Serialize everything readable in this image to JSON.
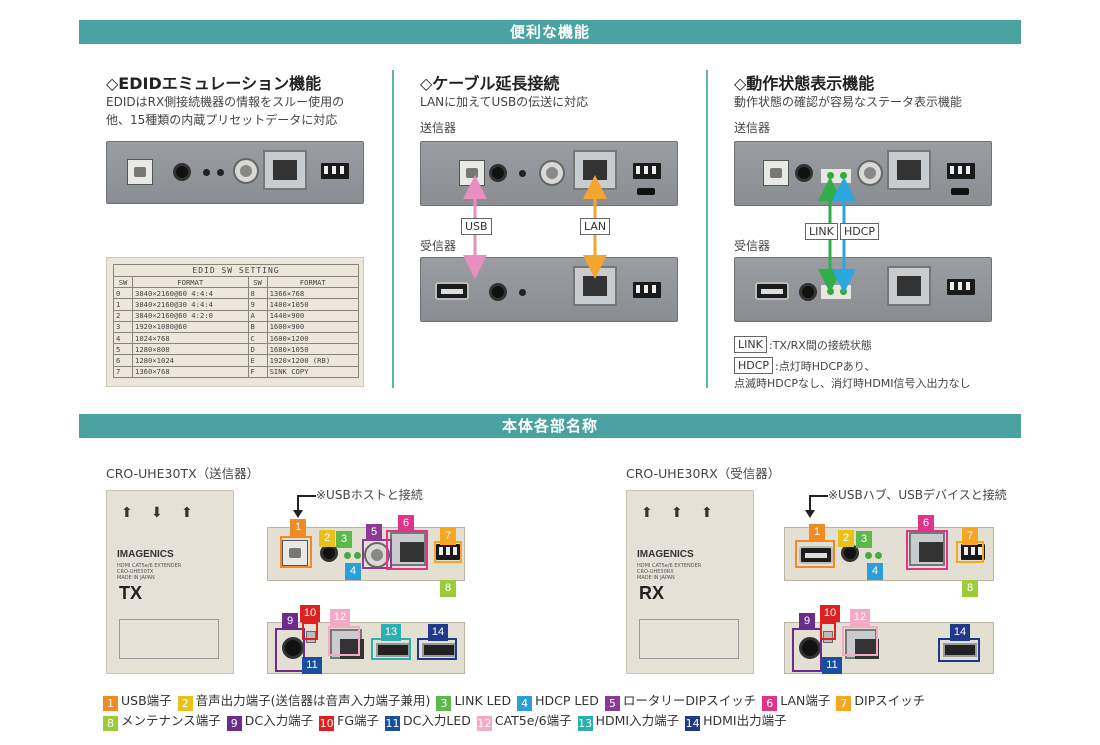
{
  "banners": {
    "features": "便利な機能",
    "parts": "本体各部名称"
  },
  "edid": {
    "title": "◇EDIDエミュレーション機能",
    "desc1": "EDIDはRX側接続機器の情報をスルー使用の",
    "desc2": "他、15種類の内蔵プリセットデータに対応",
    "table_title": "EDID SW SETTING",
    "headers": [
      "SW",
      "FORMAT",
      "SW",
      "FORMAT"
    ],
    "rows": [
      [
        "0",
        "3840×2160@60 4:4:4",
        "8",
        "1366×768"
      ],
      [
        "1",
        "3840×2160@30 4:4:4",
        "9",
        "1400×1050"
      ],
      [
        "2",
        "3840×2160@60 4:2:0",
        "A",
        "1440×900"
      ],
      [
        "3",
        "1920×1080@60",
        "B",
        "1600×900"
      ],
      [
        "4",
        "1024×768",
        "C",
        "1600×1200"
      ],
      [
        "5",
        "1280×800",
        "D",
        "1680×1050"
      ],
      [
        "6",
        "1280×1024",
        "E",
        "1920×1200 (RB)"
      ],
      [
        "7",
        "1360×768",
        "F",
        "SINK COPY"
      ]
    ]
  },
  "cable": {
    "title": "◇ケーブル延長接続",
    "desc": "LANに加えてUSBの伝送に対応",
    "tx_label": "送信器",
    "rx_label": "受信器",
    "usb_tag": "USB",
    "lan_tag": "LAN",
    "colors": {
      "usb": "#e98fc0",
      "lan": "#f2a531"
    }
  },
  "status": {
    "title": "◇動作状態表示機能",
    "desc": "動作状態の確認が容易なステータ表示機能",
    "tx_label": "送信器",
    "rx_label": "受信器",
    "link_tag": "LINK",
    "hdcp_tag": "HDCP",
    "link_desc": ":TX/RX間の接続状態",
    "hdcp_desc1": ":点灯時HDCPあり、",
    "hdcp_desc2": "点滅時HDCPなし、消灯時HDMI信号入出力なし",
    "colors": {
      "link": "#2fae4a",
      "hdcp": "#2aa6e0"
    }
  },
  "tx": {
    "model": "CRO-UHE30TX（送信器）",
    "note": "※USBホストと接続",
    "brand": "IMAGENICS",
    "sub1": "HDMI CAT5e/6 EXTENDER",
    "sub2": "CRO-UHE30TX",
    "sub3": "MADE IN JAPAN",
    "big": "TX"
  },
  "rx": {
    "model": "CRO-UHE30RX（受信器）",
    "note": "※USBハブ、USBデバイスと接続",
    "brand": "IMAGENICS",
    "sub1": "HDMI CAT5e/6 EXTENDER",
    "sub2": "CRO-UHE30RX",
    "sub3": "MADE IN JAPAN",
    "big": "RX"
  },
  "badges": [
    {
      "n": "1",
      "color": "#f08a24"
    },
    {
      "n": "2",
      "color": "#e8c21a"
    },
    {
      "n": "3",
      "color": "#5cb84a"
    },
    {
      "n": "4",
      "color": "#2aa0d8"
    },
    {
      "n": "5",
      "color": "#8b3a96"
    },
    {
      "n": "6",
      "color": "#e0338a"
    },
    {
      "n": "7",
      "color": "#f5a623"
    },
    {
      "n": "8",
      "color": "#9ccc3a"
    },
    {
      "n": "9",
      "color": "#6a2d8c"
    },
    {
      "n": "10",
      "color": "#e02020"
    },
    {
      "n": "11",
      "color": "#1a4fa0"
    },
    {
      "n": "12",
      "color": "#f3a9c8"
    },
    {
      "n": "13",
      "color": "#2bb0b0"
    },
    {
      "n": "14",
      "color": "#1f3a8a"
    }
  ],
  "legend": {
    "line1": [
      "USB端子",
      "音声出力端子(送信器は音声入力端子兼用)",
      "LINK LED",
      "HDCP LED",
      "ロータリーDIPスイッチ",
      "LAN端子",
      "DIPスイッチ"
    ],
    "line2": [
      "メンテナンス端子",
      "DC入力端子",
      "FG端子",
      "DC入力LED",
      "CAT5e/6端子",
      "HDMI入力端子",
      "HDMI出力端子"
    ]
  }
}
